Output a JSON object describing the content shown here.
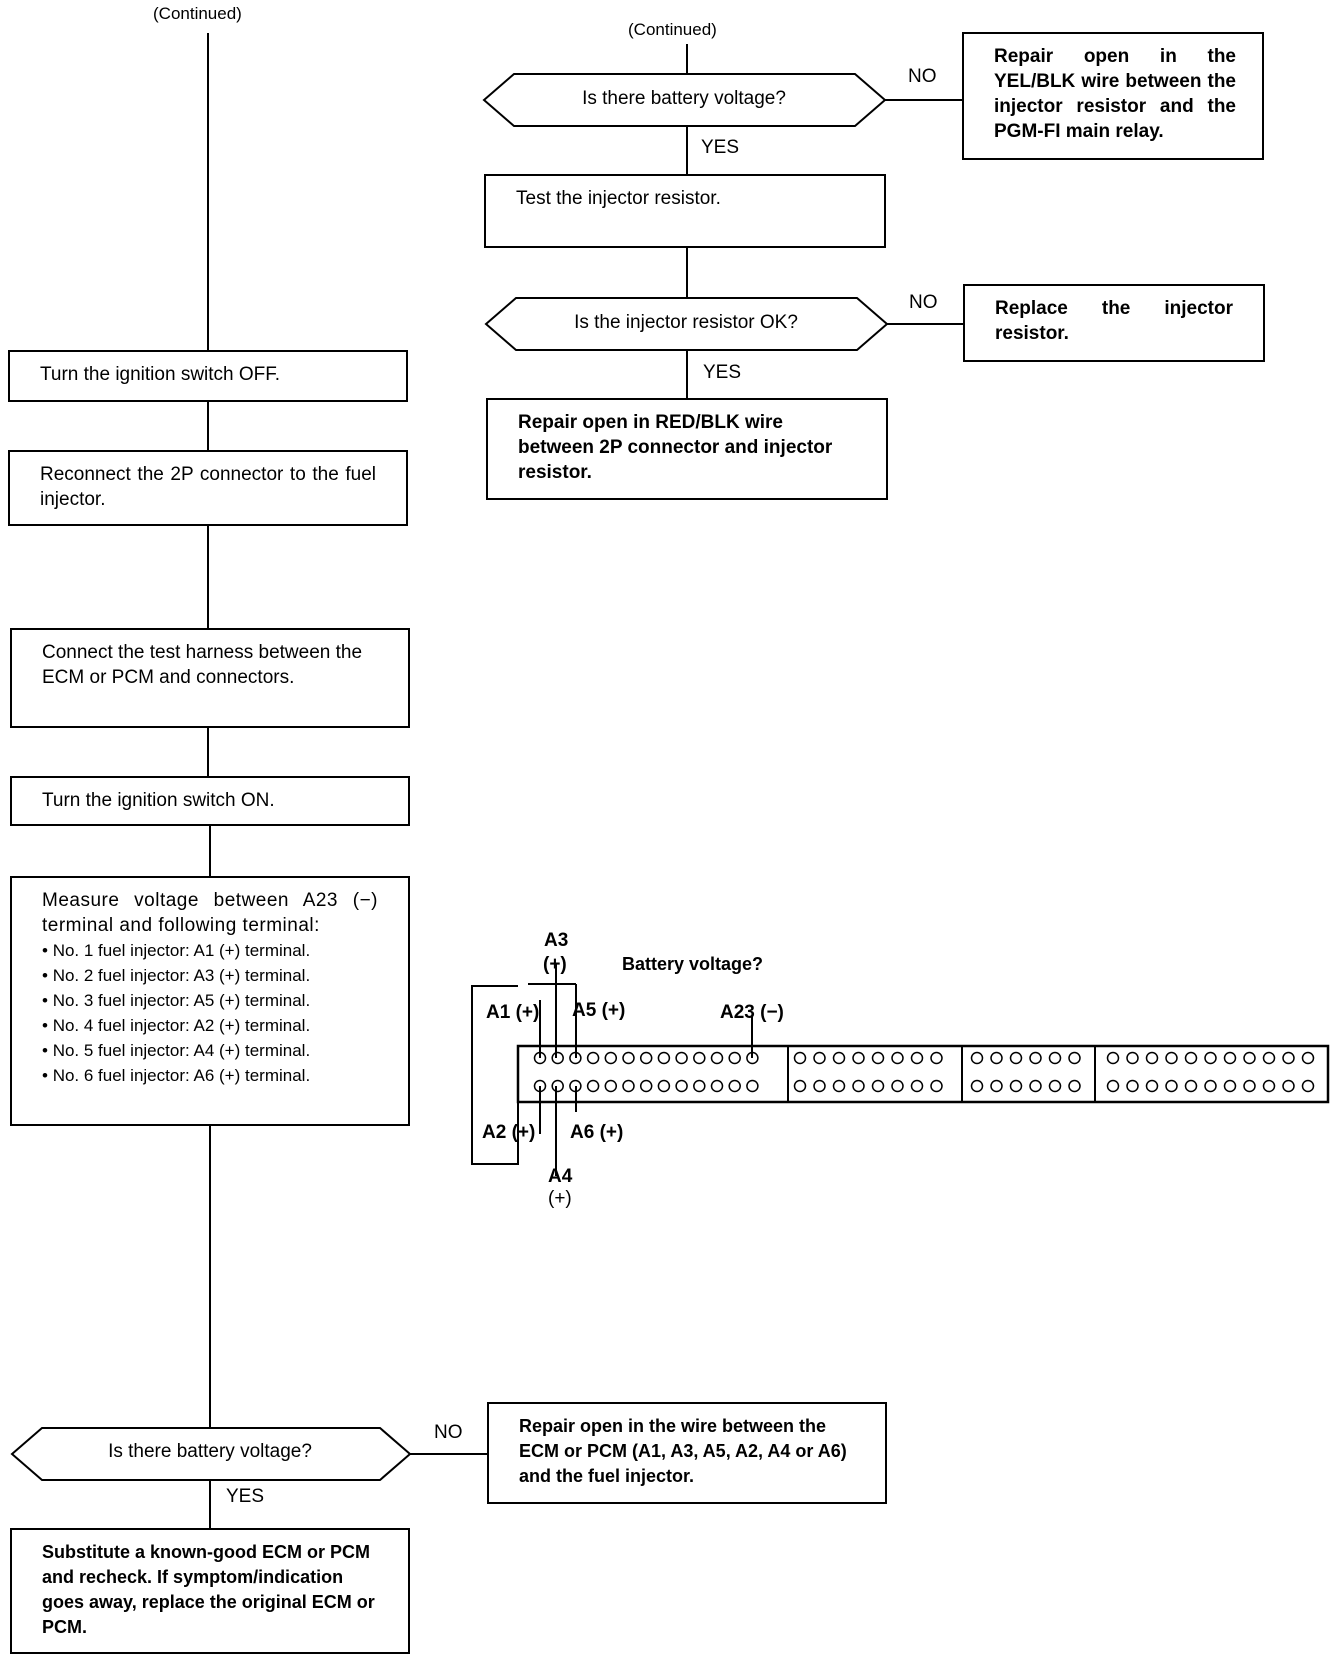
{
  "left": {
    "continued": "(Continued)",
    "step1": "Turn the ignition switch OFF.",
    "step2": "Reconnect the 2P connector to the fuel injector.",
    "step3": "Connect the test harness between the ECM or PCM and connectors.",
    "step4": "Turn the ignition switch ON.",
    "step5_intro": "Measure voltage between A23 (−) terminal and following terminal:",
    "step5_items": [
      "No. 1 fuel injector: A1 (+) terminal.",
      "No. 2 fuel injector: A3 (+) terminal.",
      "No. 3 fuel injector: A5 (+) terminal.",
      "No. 4 fuel injector: A2 (+) terminal.",
      "No. 5 fuel injector: A4 (+) terminal.",
      "No. 6 fuel injector: A6 (+) terminal."
    ],
    "decision": "Is there battery voltage?",
    "no_label": "NO",
    "yes_label": "YES",
    "no_result": "Repair open in the wire between the ECM or PCM (A1, A3, A5, A2, A4 or A6) and the fuel injector.",
    "yes_result": "Substitute a known-good ECM or PCM and recheck. If symptom/indication goes away, replace the original ECM or PCM."
  },
  "right": {
    "continued": "(Continued)",
    "decision1": "Is there battery voltage?",
    "no1_label": "NO",
    "yes1_label": "YES",
    "no1_result": "Repair open in the YEL/BLK wire between the injector resistor and the PGM-FI main relay.",
    "step1": "Test the injector resistor.",
    "decision2": "Is the injector resistor OK?",
    "no2_label": "NO",
    "yes2_label": "YES",
    "no2_result": "Replace the injector resistor.",
    "yes2_result": "Repair open in RED/BLK wire between 2P connector and injector resistor."
  },
  "connector": {
    "a3": "A3",
    "a3_sign": "(+)",
    "battery_q": "Battery voltage?",
    "a1": "A1 (+)",
    "a5": "A5 (+)",
    "a23": "A23 (−)",
    "a2": "A2 (+)",
    "a6": "A6 (+)",
    "a4": "A4",
    "a4_sign": "(+)"
  }
}
